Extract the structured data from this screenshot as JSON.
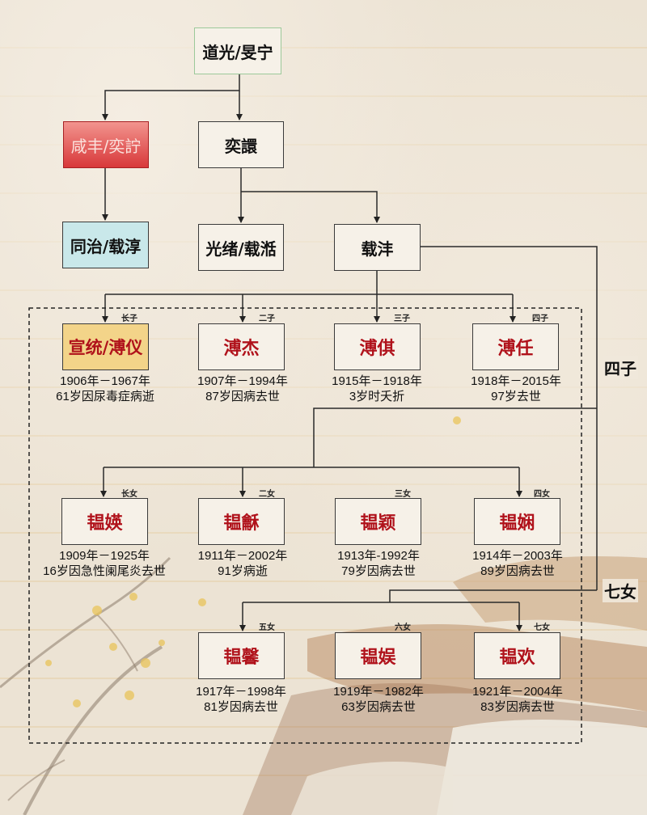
{
  "nodes": {
    "daoguang": "道光/旻宁",
    "xianfeng": "咸丰/奕詝",
    "yixuan": "奕譞",
    "tongzhi": "同治/载淳",
    "guangxu": "光绪/载湉",
    "zaifeng": "载沣",
    "puyi": "宣统/溥仪",
    "pujie": "溥杰",
    "puqi": "溥倛",
    "puren": "溥任",
    "yunying": "韫媖",
    "yunhe": "韫龢",
    "yunying2": "韫颖",
    "yunxian": "韫娴",
    "yunxin": "韫馨",
    "yunyu": "韫娱",
    "yunhuan": "韫欢"
  },
  "info": {
    "puyi": [
      "1906年－1967年",
      "61岁因尿毒症病逝"
    ],
    "pujie": [
      "1907年－1994年",
      "87岁因病去世"
    ],
    "puqi": [
      "1915年－1918年",
      "3岁时夭折"
    ],
    "puren": [
      "1918年－2015年",
      "97岁去世"
    ],
    "yunying": [
      "1909年－1925年",
      "16岁因急性阑尾炎去世"
    ],
    "yunhe": [
      "1911年－2002年",
      "91岁病逝"
    ],
    "yunying2": [
      "1913年-1992年",
      "79岁因病去世"
    ],
    "yunxian": [
      "1914年－2003年",
      "89岁因病去世"
    ],
    "yunxin": [
      "1917年－1998年",
      "81岁因病去世"
    ],
    "yunyu": [
      "1919年－1982年",
      "63岁因病去世"
    ],
    "yunhuan": [
      "1921年－2004年",
      "83岁因病去世"
    ]
  },
  "tags": {
    "son1": "长子",
    "son2": "二子",
    "son3": "三子",
    "son4": "四子",
    "dau1": "长女",
    "dau2": "二女",
    "dau3": "三女",
    "dau4": "四女",
    "dau5": "五女",
    "dau6": "六女",
    "dau7": "七女"
  },
  "side_labels": {
    "sons": "四子",
    "daughters": "七女"
  },
  "colors": {
    "xianfeng_fill": "#d8383a",
    "tongzhi_fill": "#c9e8ea",
    "puyi_fill": "#f3d489",
    "name_red": "#b0121b"
  }
}
